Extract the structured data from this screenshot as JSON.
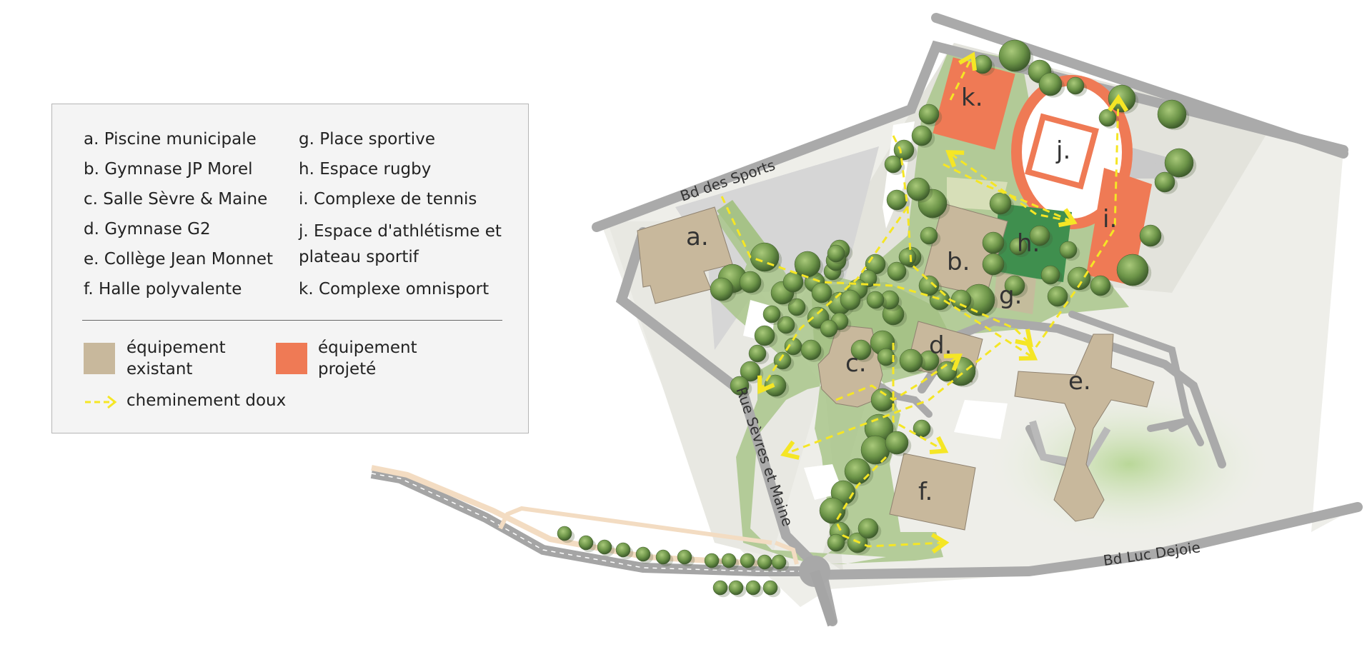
{
  "legend": {
    "items_left": [
      "a. Piscine municipale",
      "b. Gymnase JP Morel",
      "c. Salle Sèvre & Maine",
      "d. Gymnase G2",
      "e. Collège Jean Monnet",
      "f. Halle polyvalente"
    ],
    "items_right": [
      "g. Place sportive",
      "h. Espace rugby",
      "i. Complexe de tennis",
      "j. Espace d'athlétisme et plateau sportif",
      "k. Complexe omnisport"
    ],
    "key_existing": "équipement existant",
    "key_planned": "équipement projeté",
    "key_path": "cheminement doux"
  },
  "colors": {
    "existing": "#c8b89c",
    "planned": "#ef7a55",
    "rugby": "#3f8f4e",
    "path": "#f5e625",
    "road": "#aaaaaa",
    "grass": "#9cbf7a"
  },
  "map": {
    "buildings": [
      "a.",
      "b.",
      "c.",
      "d.",
      "e.",
      "f.",
      "g.",
      "h.",
      "i.",
      "j.",
      "k."
    ],
    "roads": [
      "Bd des Sports",
      "Rue Sèvres et Maine",
      "Bd Luc Dejoie"
    ]
  }
}
